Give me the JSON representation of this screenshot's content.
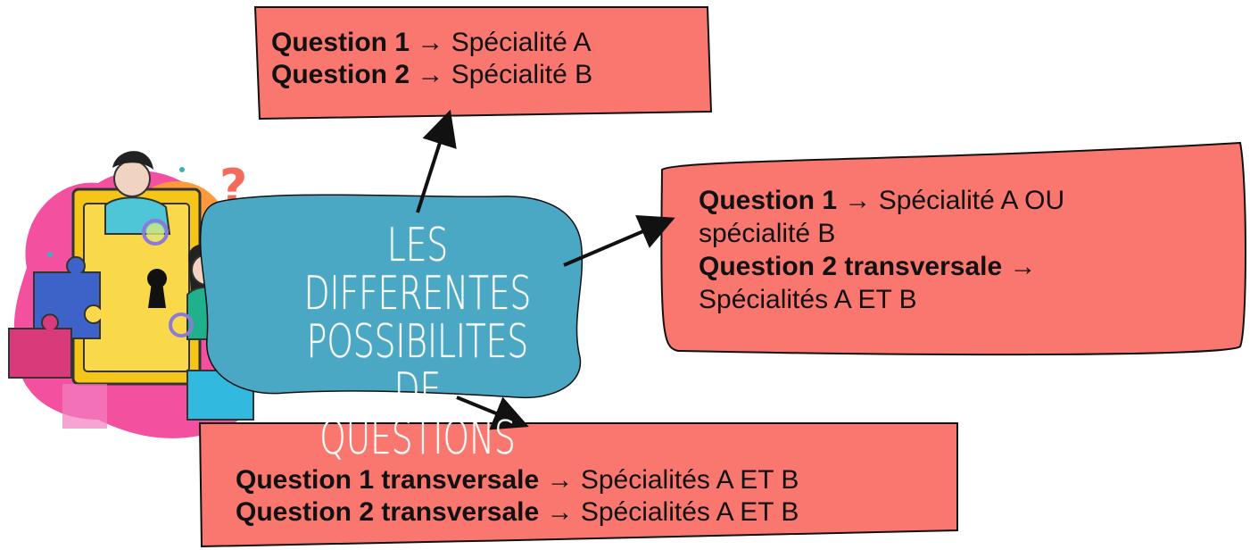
{
  "center": {
    "lines": [
      "LES DIFFERENTES",
      "POSSIBILITES DE",
      "QUESTIONS"
    ]
  },
  "box_top": {
    "line1_bold": "Question 1",
    "line1_rest": " → Spécialité A",
    "line2_bold": "Question 2",
    "line2_rest": " → Spécialité B"
  },
  "box_right": {
    "line1_bold": "Question 1",
    "line1_rest": " → Spécialité A OU",
    "line2_rest": "spécialité B",
    "line3_bold": "Question 2 transversale",
    "line3_rest": " →",
    "line4_rest": "Spécialités A ET B"
  },
  "box_bottom": {
    "line1_bold": "Question 1 transversale",
    "line1_rest": " → Spécialités A ET B",
    "line2_bold": "Question 2 transversale",
    "line2_rest": " → Spécialités A ET B"
  },
  "colors": {
    "box_fill": "#f9776e",
    "center_fill": "#4aa8c4",
    "stroke": "#111111"
  }
}
